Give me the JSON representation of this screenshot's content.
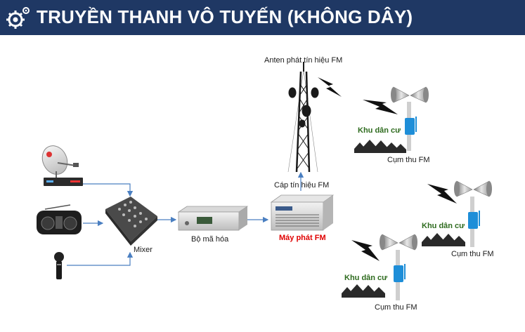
{
  "header": {
    "title": "TRUYỀN THANH VÔ TUYẾN (KHÔNG DÂY)",
    "icon": "gear-icon",
    "bg_color": "#1f3864"
  },
  "labels": {
    "antenna": "Anten phát tín hiệu FM",
    "signal_cable": "Cáp tín hiệu FM",
    "mixer": "Mixer",
    "encoder": "Bộ mã hóa",
    "transmitter": "Máy phát FM",
    "residential_1": "Khu dân cư",
    "receiver_1": "Cụm thu FM",
    "residential_2": "Khu dân cư",
    "receiver_2": "Cụm thu FM",
    "residential_3": "Khu dân cư",
    "receiver_3": "Cụm thu FM"
  },
  "colors": {
    "connector": "#4a7fc1",
    "transmitter_label": "#e00000",
    "residential_label": "#2e6b1e"
  }
}
